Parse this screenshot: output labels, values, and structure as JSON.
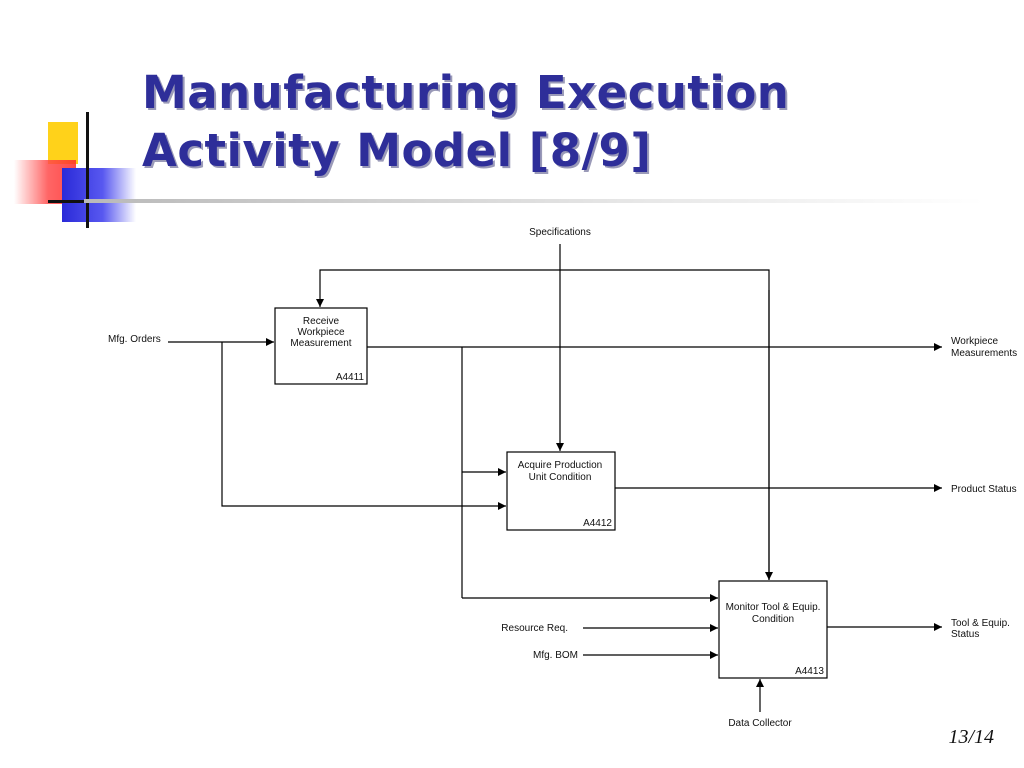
{
  "slide": {
    "title_line1": "Manufacturing Execution",
    "title_line2": "Activity Model [8/9]",
    "page_number": "13/14"
  },
  "diagram": {
    "boxes": [
      {
        "id": "A4411",
        "lines": [
          "Receive",
          "Workpiece",
          "Measurement"
        ],
        "code": "A4411"
      },
      {
        "id": "A4412",
        "lines": [
          "Acquire Production",
          "Unit Condition"
        ],
        "code": "A4412"
      },
      {
        "id": "A4413",
        "lines": [
          "Monitor Tool & Equip.",
          "Condition"
        ],
        "code": "A4413"
      }
    ],
    "labels": {
      "specifications": "Specifications",
      "mfg_orders": "Mfg. Orders",
      "workpiece_measurements": [
        "Workpiece",
        "Measurements"
      ],
      "product_status": "Product Status",
      "tool_equip_status": [
        "Tool & Equip.",
        "Status"
      ],
      "resource_req": "Resource Req.",
      "mfg_bom": "Mfg. BOM",
      "data_collector": "Data Collector"
    }
  },
  "colors": {
    "title": "#2e2e99",
    "deco_yellow": "#ffd21a",
    "deco_red": "#ff2a2a",
    "deco_blue": "#2a2ad8"
  }
}
